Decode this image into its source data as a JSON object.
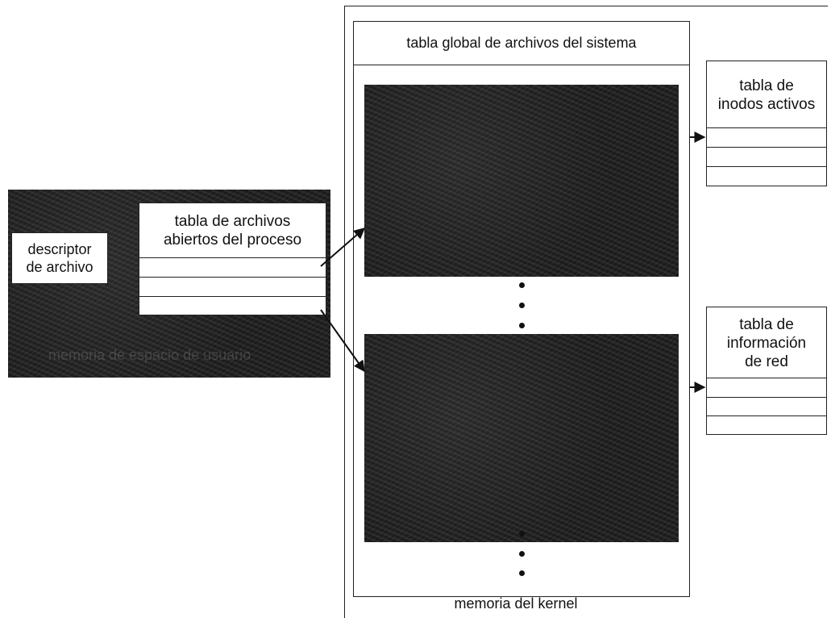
{
  "process": {
    "descriptor_label": "descriptor\nde archivo",
    "table_title": "tabla de archivos\nabiertos del proceso",
    "region_label": "memoria de espacio de usuario"
  },
  "kernel": {
    "global_table_title": "tabla global de archivos del sistema",
    "region_label": "memoria del kernel"
  },
  "inodes": {
    "title": "tabla de\ninodos activos"
  },
  "network": {
    "title": "tabla de\ninformación\nde red"
  }
}
